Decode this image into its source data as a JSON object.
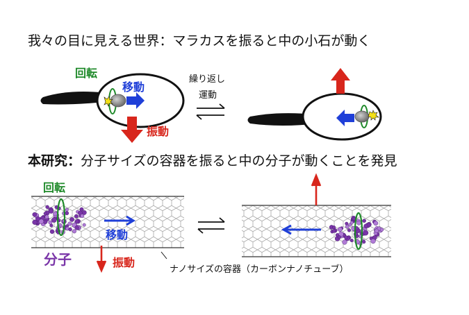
{
  "header_top": "我々の目に見える世界：マラカスを振ると中の小石が動く",
  "header_bottom_bold": "本研究：",
  "header_bottom_rest": "分子サイズの容器を振ると中の分子が動くことを発見",
  "labels": {
    "rotation_top": "回転",
    "movement_top": "移動",
    "vibration_top": "振動",
    "repeat_line1": "繰り返し",
    "repeat_line2": "運動",
    "rotation_bottom": "回転",
    "movement_bottom": "移動",
    "molecule": "分子",
    "vibration_bottom": "振動",
    "container": "ナノサイズの容器（カーボンナノチューブ）"
  },
  "colors": {
    "green": "#1f8a2a",
    "blue": "#1f3fd8",
    "red": "#d8261c",
    "purple": "#7a35a8",
    "gray": "#9a9a9a"
  }
}
